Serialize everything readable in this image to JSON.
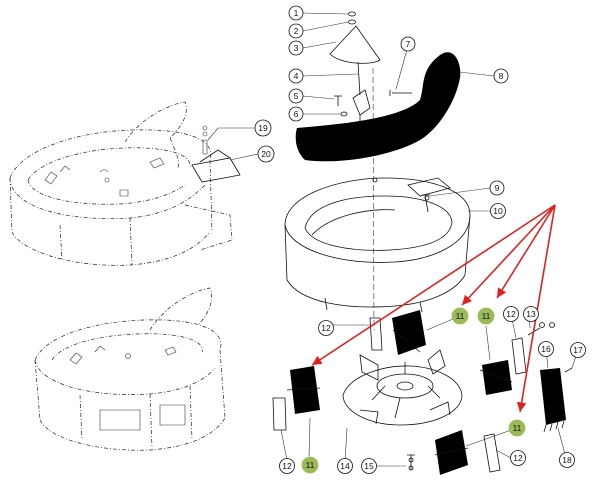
{
  "diagram": {
    "colors": {
      "line": "#111111",
      "highlight_fill": "#9bbb59",
      "arrow": "#e02020",
      "part_fill": "#000000",
      "background": "#ffffff"
    },
    "callouts": {
      "c1": "1",
      "c2": "2",
      "c3": "3",
      "c4": "4",
      "c5": "5",
      "c6": "6",
      "c7": "7",
      "c8": "8",
      "c9": "9",
      "c10": "10",
      "c11a": "11",
      "c11b": "11",
      "c11c": "11",
      "c11d": "11",
      "c12a": "12",
      "c12b": "12",
      "c12c": "12",
      "c12d": "12",
      "c13": "13",
      "c14": "14",
      "c15": "15",
      "c16": "16",
      "c17": "17",
      "c18": "18",
      "c19": "19",
      "c20": "20"
    },
    "highlighted_part": "11"
  }
}
